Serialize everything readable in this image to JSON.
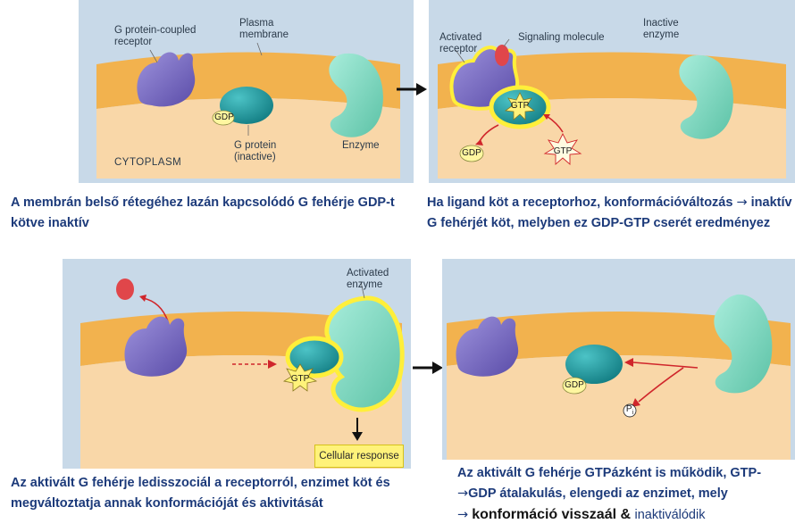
{
  "panel1": {
    "gpcr_label": [
      "G protein-coupled",
      "receptor"
    ],
    "membrane_label": [
      "Plasma",
      "membrane"
    ],
    "gdp_label": "GDP",
    "gprotein_label": [
      "G protein",
      "(inactive)"
    ],
    "enzyme_label": "Enzyme",
    "cytoplasm_label": "CYTOPLASM"
  },
  "panel2": {
    "activated_receptor_label": [
      "Activated",
      "receptor"
    ],
    "signaling_label": "Signaling molecule",
    "inactive_enzyme_label": [
      "Inactive",
      "enzyme"
    ],
    "gtp_label": "GTP",
    "gdp_label": "GDP",
    "gtp_incoming_label": "GTP"
  },
  "panel3": {
    "activated_enzyme_label": [
      "Activated",
      "enzyme"
    ],
    "gtp_label": "GTP",
    "cellular_response_label": "Cellular response"
  },
  "panel4": {
    "gdp_label": "GDP",
    "pi_label": "P",
    "pi_sub": "i"
  },
  "captions": {
    "c1": "A membrán belső rétegéhez lazán kapcsolódó G fehérje GDP-t kötve inaktív",
    "c2_a": "Ha ligand köt a receptorhoz, konformációváltozás",
    "c2_arrow": "→",
    "c2_b": "inaktív G fehérjét köt, melyben ez GDP-GTP cserét eredményez",
    "c3": "Az aktivált G fehérje ledisszociál a receptorról, enzimet köt és megváltoztatja annak konformációját és aktivitását",
    "c4_a": "Az aktivált G fehérje GTPázként is működik, GTP-",
    "c4_arrow1": "→",
    "c4_b": "GDP átalakulás, elengedi az enzimet, mely",
    "c4_arrow2": "→",
    "c4_c": "konformáció visszaál",
    "c4_amp": " & ",
    "c4_d": "inaktiválódik"
  },
  "colors": {
    "panel_bg": "#c8d9e8",
    "membrane": "#f2b24e",
    "cytoplasm": "#f9d7a8",
    "receptor": "#7a6cc4",
    "gprotein": "#1e9aa0",
    "enzyme": "#7fd6bd",
    "signal": "#e0464a",
    "caption": "#1c3a7a",
    "glow": "#ffef3a"
  },
  "icons": [
    "right-arrow-icon",
    "red-arrow-icon",
    "gtp-star-icon"
  ]
}
